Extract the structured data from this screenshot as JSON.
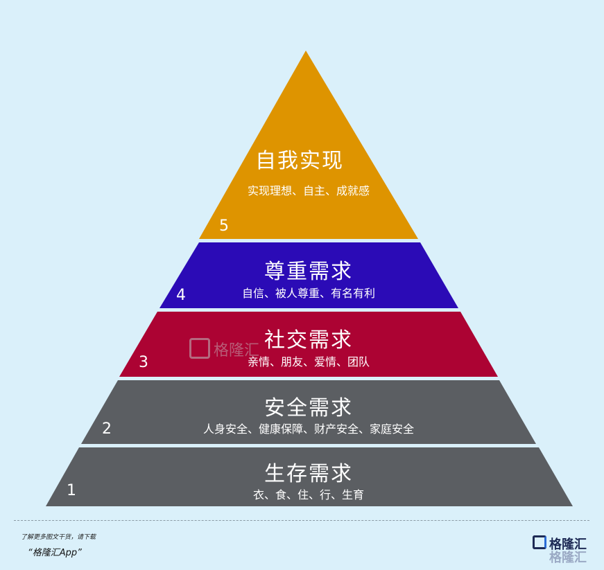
{
  "layers": [
    {
      "num": "5",
      "title": "自我实现",
      "desc": "实现理想、自主、成就感",
      "color": "#de9400"
    },
    {
      "num": "4",
      "title": "尊重需求",
      "desc": "自信、被人尊重、有名有利",
      "color": "#2b0bb6"
    },
    {
      "num": "3",
      "title": "社交需求",
      "desc": "亲情、朋友、爱情、团队",
      "color": "#ac0333"
    },
    {
      "num": "2",
      "title": "安全需求",
      "desc": "人身安全、健康保障、财产安全、家庭安全",
      "color": "#5b5e62"
    },
    {
      "num": "1",
      "title": "生存需求",
      "desc": "衣、食、住、行、生育",
      "color": "#5b5e62"
    }
  ],
  "footer": {
    "line1": "了解更多图文干货，请下载",
    "line2": "“格隆汇App”"
  },
  "logo": {
    "text": "格隆汇"
  },
  "watermark": {
    "text": "格隆汇"
  },
  "colors": {
    "background": "#daf0fa"
  }
}
